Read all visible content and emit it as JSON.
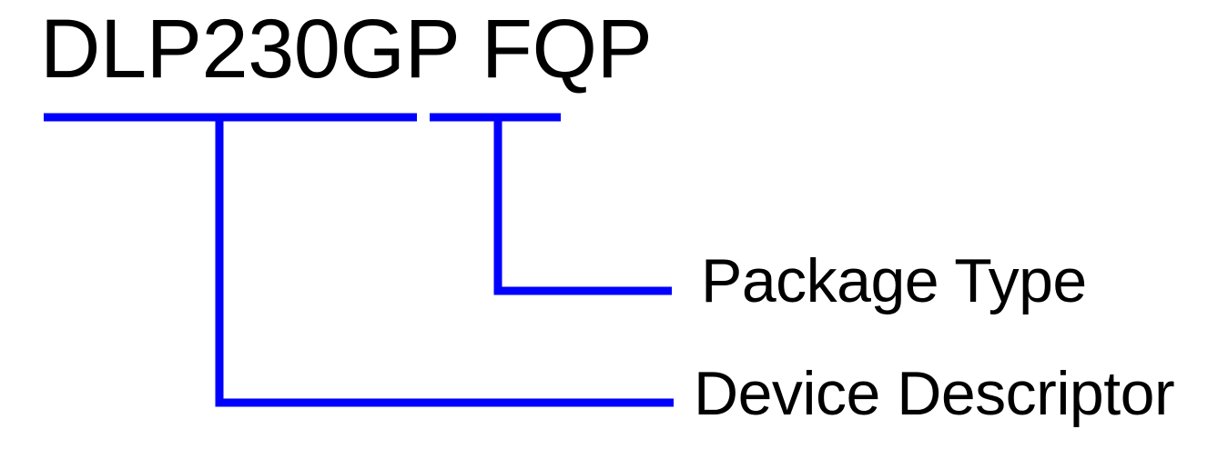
{
  "diagram": {
    "title_text": "DLP230GP FQP",
    "part_number": {
      "full": "DLP230GP FQP",
      "segments": [
        {
          "text": "DLP230GP",
          "meaning": "Device Descriptor"
        },
        {
          "text": "FQP",
          "meaning": "Package Type"
        }
      ]
    },
    "callouts": [
      {
        "id": "package-type",
        "label": "Package Type",
        "refers_to": "FQP"
      },
      {
        "id": "device-descriptor",
        "label": "Device Descriptor",
        "refers_to": "DLP230GP"
      }
    ],
    "colors": {
      "leader_line": "#0000FF",
      "text": "#000000",
      "background": "#FFFFFF"
    }
  }
}
